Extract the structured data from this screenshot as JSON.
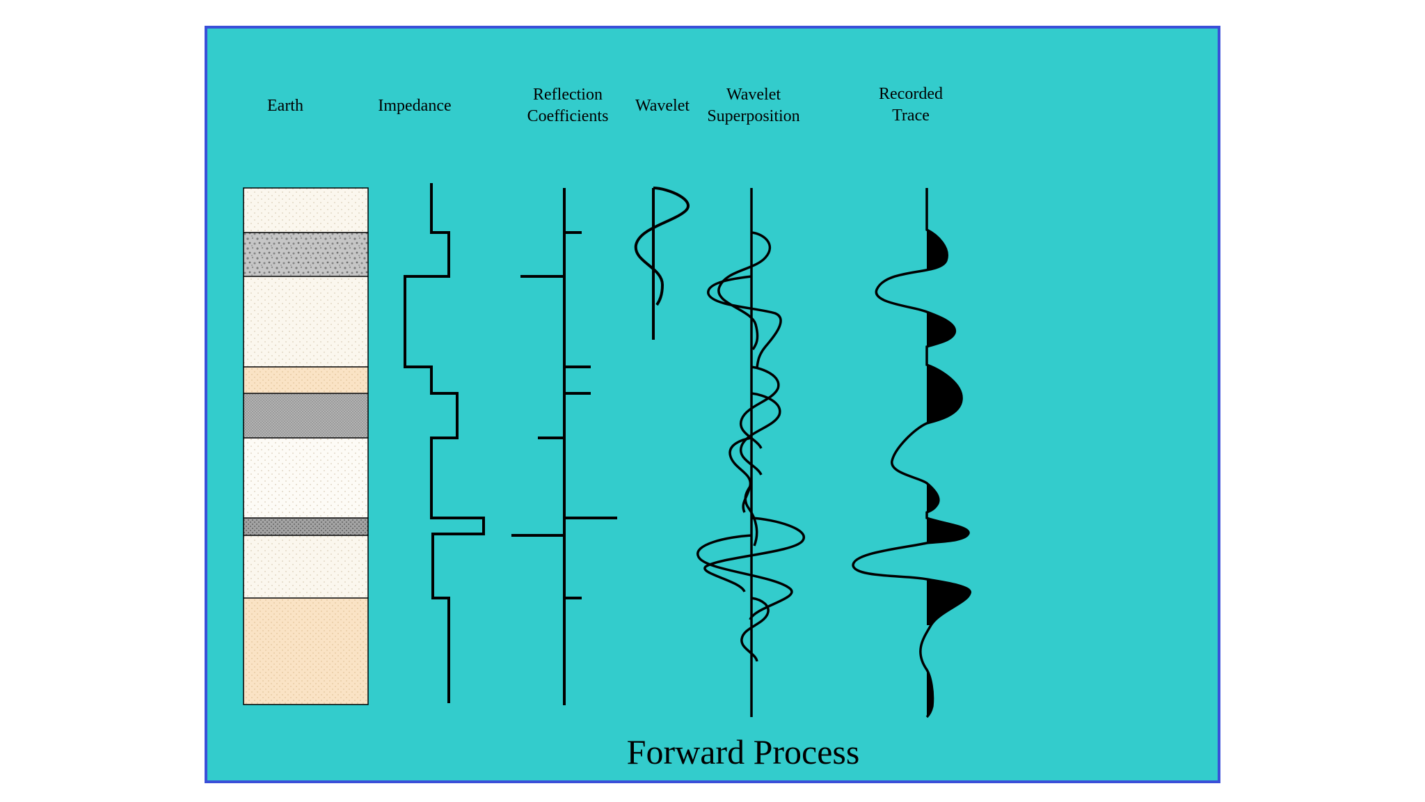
{
  "labels": {
    "earth": "Earth",
    "impedance": "Impedance",
    "reflection": "Reflection\nCoefficients",
    "wavelet": "Wavelet",
    "superposition": "Wavelet\nSuperposition",
    "recorded": "Recorded\nTrace"
  },
  "title": "Forward Process",
  "colors": {
    "background": "#33cccc",
    "border": "#3a4fd8",
    "ink": "#000000",
    "sand_light": "#fbf7ee",
    "sand_tan": "#fae3c5",
    "shale_speckled": "#b9b9b9",
    "shale_dark": "#a6a6a6"
  }
}
